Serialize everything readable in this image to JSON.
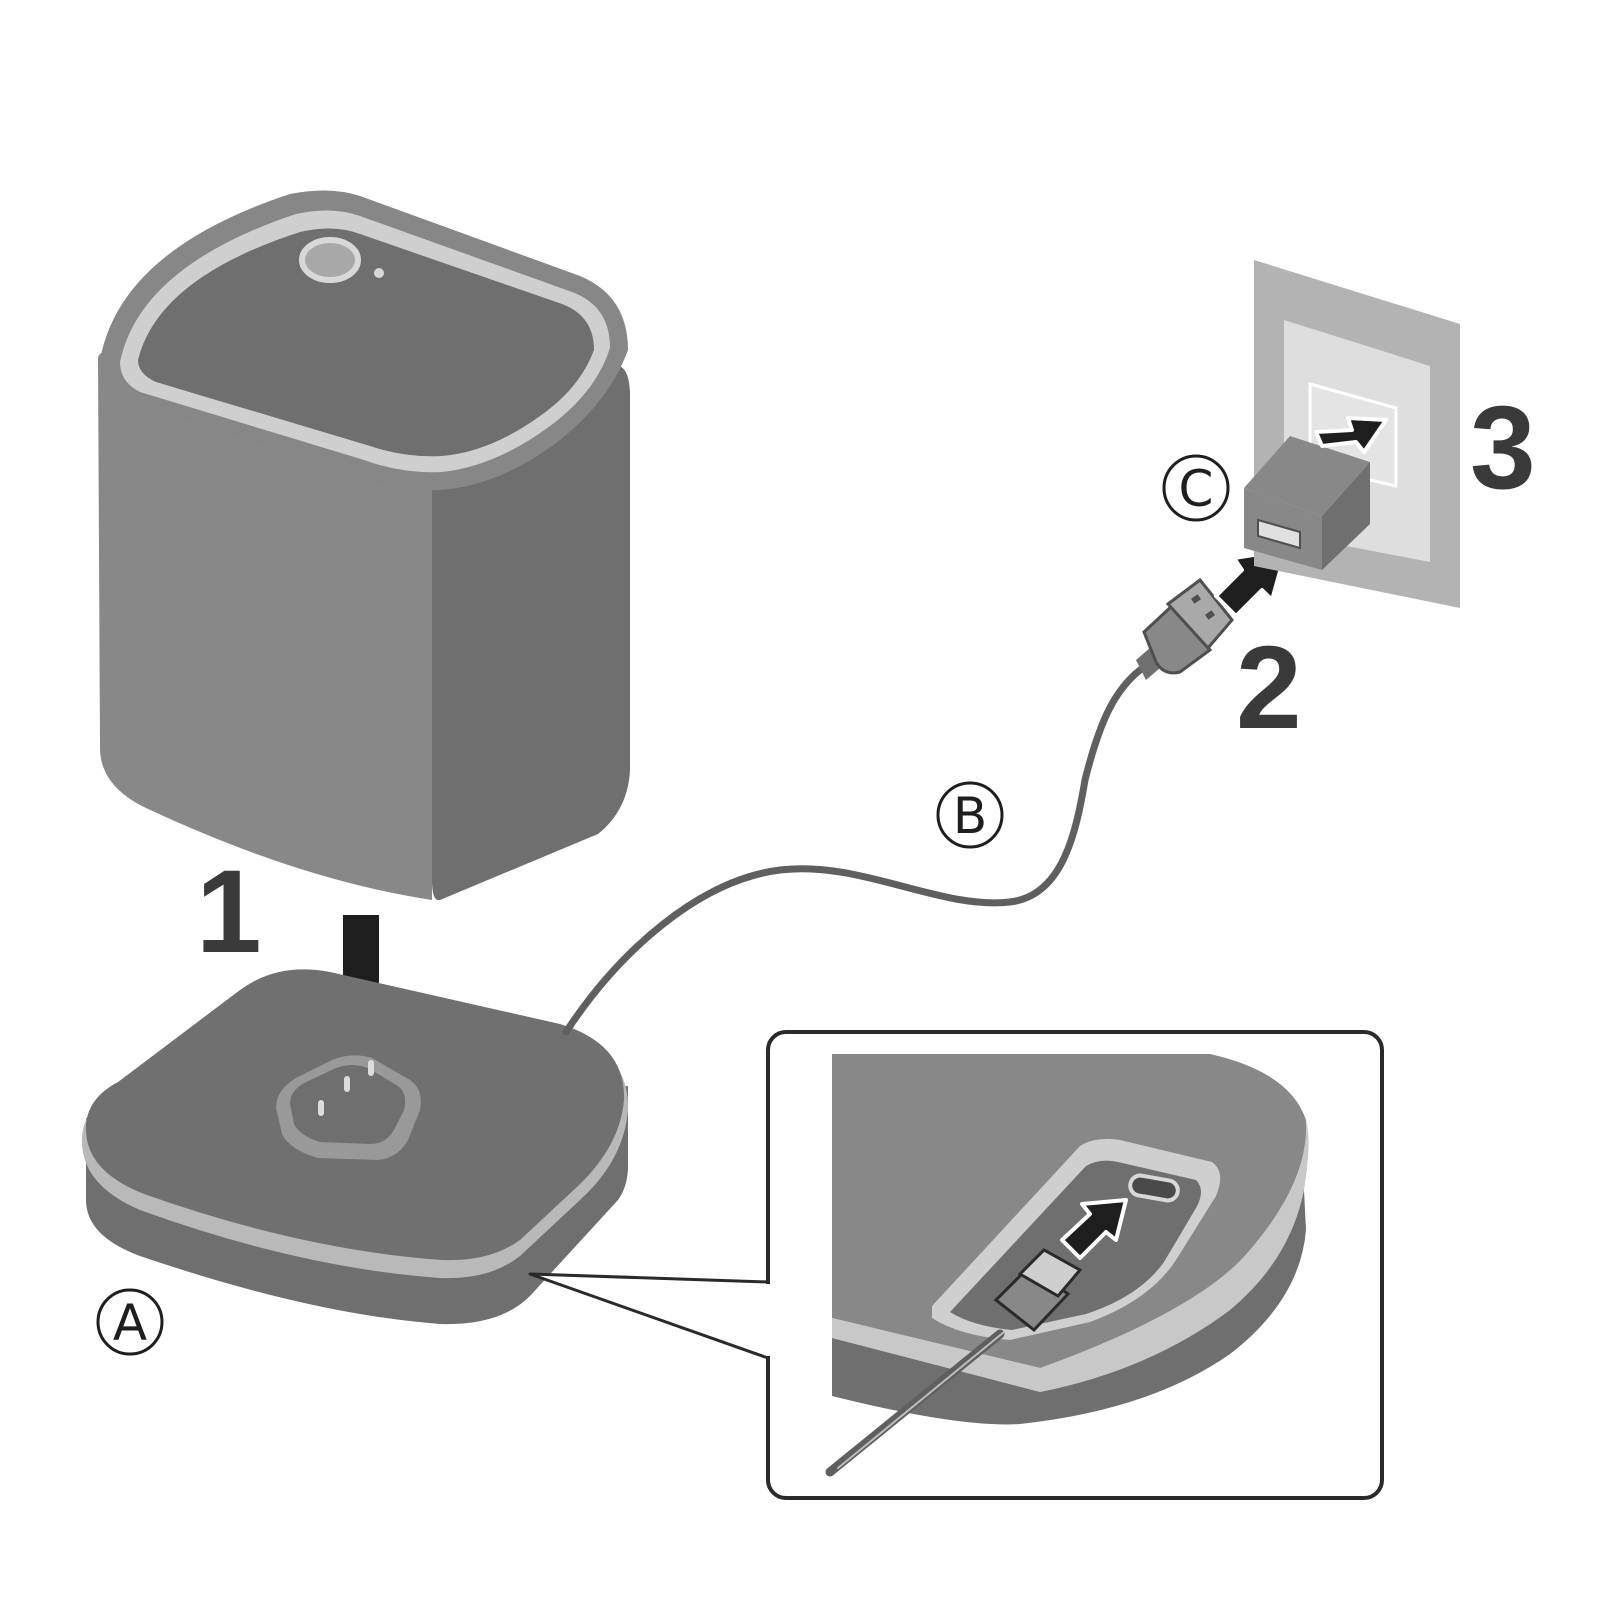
{
  "steps": {
    "s1": "1",
    "s2": "2",
    "s3": "3"
  },
  "labels": {
    "a": "A",
    "b": "B",
    "c": "C"
  },
  "colors": {
    "dark": "#6f6f6f",
    "mid": "#888888",
    "light": "#b9b9b9",
    "ring": "#cfcfcf",
    "wall": "#b3b3b3",
    "outlet": "#dedede",
    "arrow": "#1e1e1e",
    "text": "#3a3a3a"
  }
}
